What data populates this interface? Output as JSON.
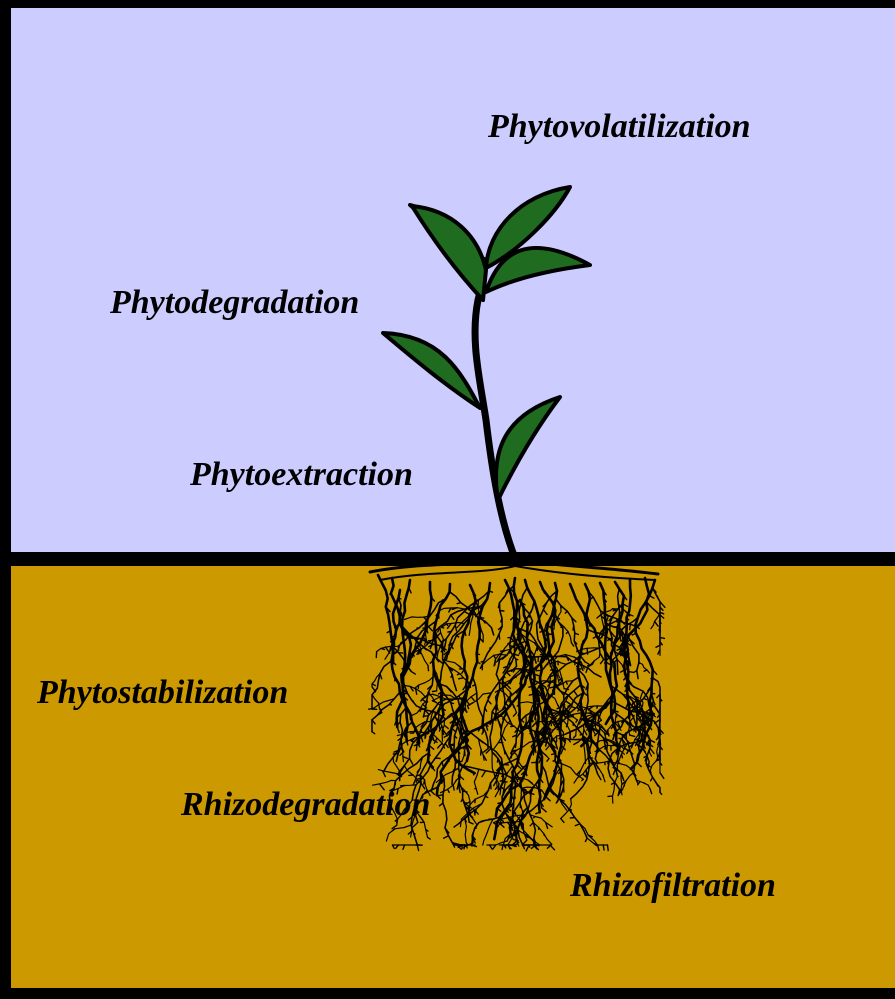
{
  "colors": {
    "air": "#CCCCFF",
    "soil": "#CC9900",
    "leaf": "#1F6B1F",
    "outline": "#000000"
  },
  "labels": {
    "phytovolatilization": "Phytovolatilization",
    "phytodegradation": "Phytodegradation",
    "phytoextraction": "Phytoextraction",
    "phytostabilization": "Phytostabilization",
    "rhizodegradation": "Rhizodegradation",
    "rhizofiltration": "Rhizofiltration"
  }
}
